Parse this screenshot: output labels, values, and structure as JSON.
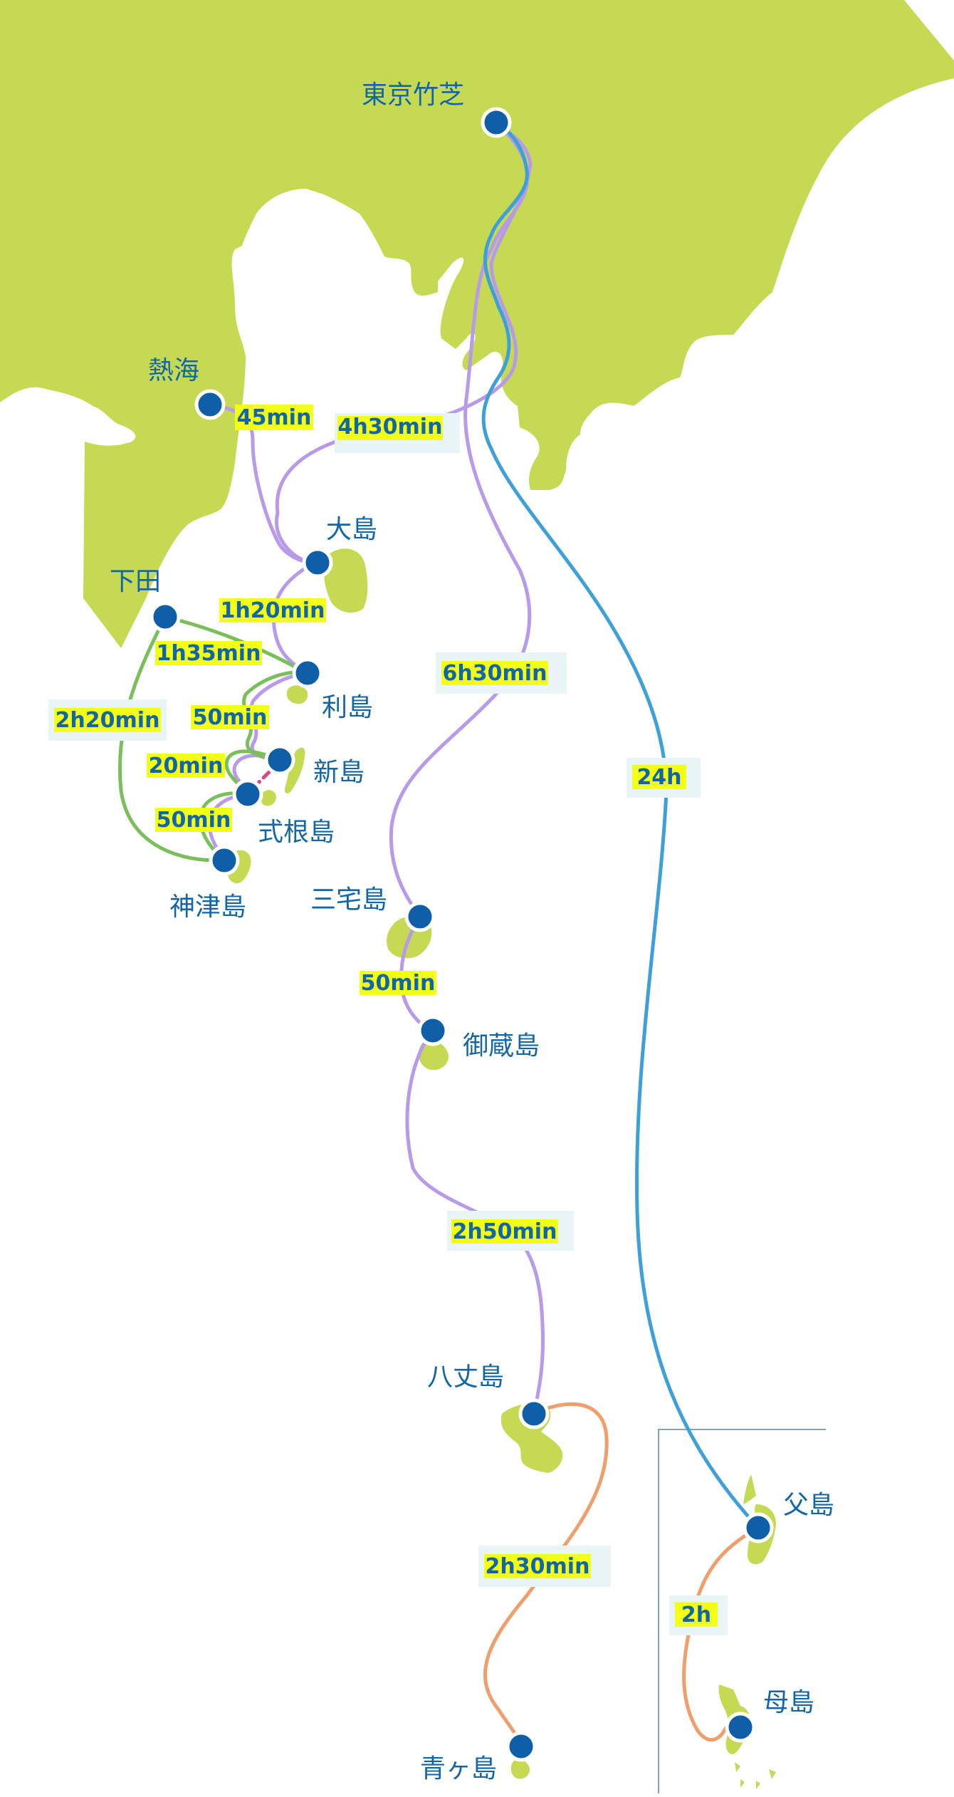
{
  "colors": {
    "land": "#c5d953",
    "sea": "#ffffff",
    "port": "#0e5ea8",
    "label": "#1266a8",
    "highlight": "#f2ff17",
    "label_box": "#e9f4f7",
    "route_highspeed_jet": "#3da0d8",
    "route_large_ship": "#b79bea",
    "route_inter_island": "#7bbf5d",
    "route_connector": "#d6477f",
    "route_local": "#ee9f6c"
  },
  "places": [
    {
      "id": "tokyo",
      "name": "東京竹芝"
    },
    {
      "id": "atami",
      "name": "熱海"
    },
    {
      "id": "oshima",
      "name": "大島"
    },
    {
      "id": "shimoda",
      "name": "下田"
    },
    {
      "id": "toshima",
      "name": "利島"
    },
    {
      "id": "niijima",
      "name": "新島"
    },
    {
      "id": "shikinejima",
      "name": "式根島"
    },
    {
      "id": "kozushima",
      "name": "神津島"
    },
    {
      "id": "miyakejima",
      "name": "三宅島"
    },
    {
      "id": "mikurajima",
      "name": "御蔵島"
    },
    {
      "id": "hachijojima",
      "name": "八丈島"
    },
    {
      "id": "aogashima",
      "name": "青ヶ島"
    },
    {
      "id": "chichijima",
      "name": "父島"
    },
    {
      "id": "hahajima",
      "name": "母島"
    }
  ],
  "durations": [
    {
      "id": "tokyo-oshima",
      "text": "4h30min"
    },
    {
      "id": "atami-oshima",
      "text": "45min"
    },
    {
      "id": "oshima-toshima",
      "text": "1h20min"
    },
    {
      "id": "shimoda-toshima",
      "text": "1h35min"
    },
    {
      "id": "shimoda-kozushima",
      "text": "2h20min"
    },
    {
      "id": "toshima-niijima",
      "text": "50min"
    },
    {
      "id": "niijima-shikinejima",
      "text": "20min"
    },
    {
      "id": "shikinejima-kozushima",
      "text": "50min"
    },
    {
      "id": "tokyo-miyakejima",
      "text": "6h30min"
    },
    {
      "id": "miyakejima-mikurajima",
      "text": "50min"
    },
    {
      "id": "mikurajima-hachijojima",
      "text": "2h50min"
    },
    {
      "id": "hachijojima-aogashima",
      "text": "2h30min"
    },
    {
      "id": "tokyo-chichijima",
      "text": "24h"
    },
    {
      "id": "chichijima-hahajima",
      "text": "2h"
    }
  ]
}
